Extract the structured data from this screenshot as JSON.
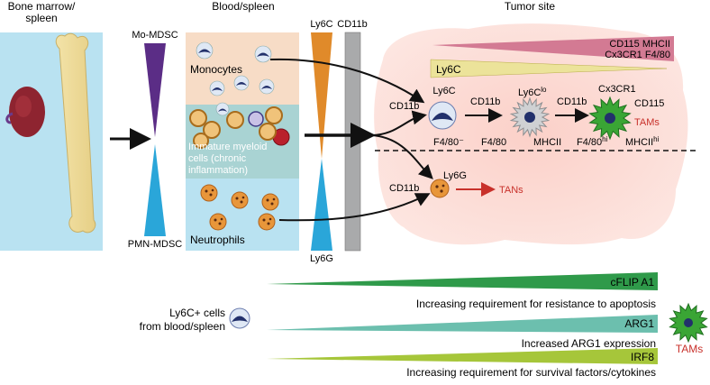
{
  "headers": {
    "bone_marrow": [
      "Bone marrow/",
      "spleen"
    ],
    "blood": "Blood/spleen",
    "tumor": "Tumor site"
  },
  "gradients": {
    "mo_mdsc": "Mo-MDSC",
    "pmn_mdsc": "PMN-MDSC",
    "ly6c": "Ly6C",
    "cd11b": "CD11b",
    "ly6g": "Ly6G"
  },
  "blood": {
    "monocytes": "Monocytes",
    "immature": [
      "Immature myeloid",
      "cells (chronic",
      "inflammation)"
    ],
    "neutrophils": "Neutrophils"
  },
  "tumor": {
    "markers_wedge": [
      "CD115 MHCII",
      "Cx3CR1 F4/80"
    ],
    "ly6c_wedge": "Ly6C",
    "cell1": {
      "ly6c": "Ly6C",
      "cd11b": "CD11b",
      "f480": "F4/80⁻"
    },
    "cell2": {
      "ly6c": "Ly6C",
      "ly6c_sup": "lo",
      "cd11b": "CD11b",
      "f480": "F4/80",
      "mhcii": "MHCII"
    },
    "cell3": {
      "cd11b": "CD11b",
      "cx3cr1": "Cx3CR1",
      "cd115": "CD115",
      "tams": "TAMs",
      "f480": "F4/80",
      "f480_sup": "hi",
      "mhcii": "MHCII",
      "mhcii_sup": "hi"
    },
    "tan": {
      "cd11b": "CD11b",
      "ly6g": "Ly6G",
      "tans": "TANs"
    }
  },
  "bottom": {
    "ly6c_cells": [
      "Ly6C+ cells",
      "from blood/spleen"
    ],
    "bar1_label": "cFLIP A1",
    "bar1_caption": "Increasing requirement for resistance to apoptosis",
    "bar2_label": "ARG1",
    "bar2_caption": "Increased ARG1 expression",
    "bar3_label": "IRF8",
    "bar3_caption": "Increasing requirement for survival factors/cytokines",
    "tams": "TAMs"
  },
  "colors": {
    "marrow_bg": "#b9e2f1",
    "mono_panel": "#f7dcc6",
    "immature_band": "#a9d3d3",
    "tumor_cloud": "#fbd5cf",
    "mdsc_purple": "#5b2d86",
    "mdsc_blue": "#2aa6d9",
    "ly6c_orange": "#e08a2a",
    "cd11b_gray": "#a9aaab",
    "tams_red": "#c8312b",
    "tam_green": "#3aa535",
    "markers_pink": "#d37a93",
    "ly6c_yellow": "#ece39a",
    "bar1_green": "#2f9a4a",
    "bar2_teal": "#6cbfae",
    "bar3_lime": "#a6c63a"
  }
}
